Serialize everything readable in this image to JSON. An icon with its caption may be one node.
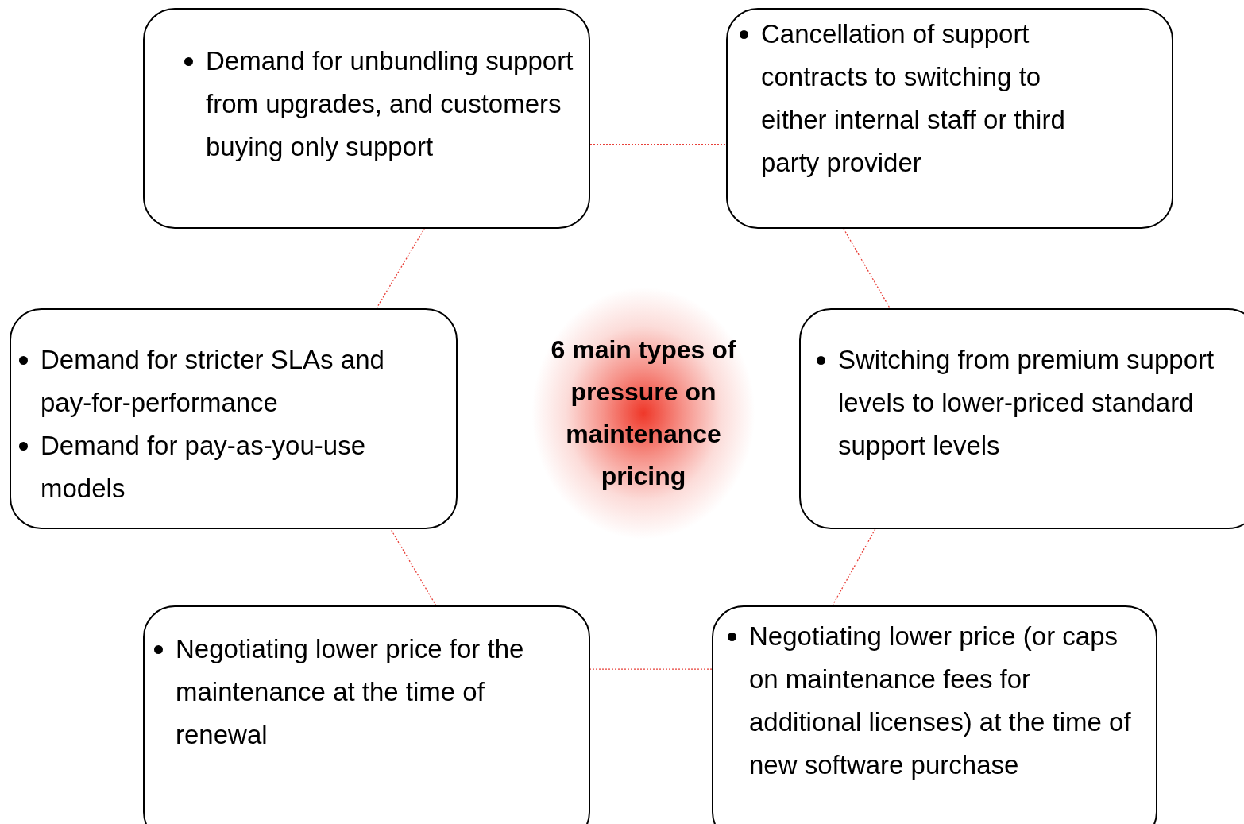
{
  "diagram": {
    "nodes": [
      {
        "text": [
          "Demand for unbundling support from upgrades, and customers buying only support"
        ]
      },
      {
        "text": [
          "Cancellation of support contracts to switching to either internal staff or third party provider"
        ]
      },
      {
        "text": [
          "Demand for stricter SLAs and pay-for-performance",
          "Demand for pay-as-you-use models"
        ]
      },
      {
        "text": [
          "6 main types of pressure on maintenance pricing"
        ]
      },
      {
        "text": [
          "Switching from premium support levels to lower-priced standard support levels"
        ]
      },
      {
        "text": [
          "Negotiating lower price for the maintenance at the time of renewal"
        ]
      },
      {
        "text": [
          "Negotiating lower price (or caps on maintenance fees for additional licenses) at the time of new software purchase"
        ]
      }
    ],
    "edges": [
      {
        "from": 0,
        "to": 1,
        "arrow": "none",
        "style": "dashed",
        "color": "#e8413a"
      },
      {
        "from": 1,
        "to": 4,
        "arrow": "none",
        "style": "dashed",
        "color": "#e8413a"
      },
      {
        "from": 4,
        "to": 6,
        "arrow": "none",
        "style": "dashed",
        "color": "#e8413a"
      },
      {
        "from": 6,
        "to": 5,
        "arrow": "none",
        "style": "dashed",
        "color": "#e8413a"
      },
      {
        "from": 5,
        "to": 2,
        "arrow": "none",
        "style": "dashed",
        "color": "#e8413a"
      },
      {
        "from": 2,
        "to": 0,
        "arrow": "none",
        "style": "dashed",
        "color": "#e8413a"
      }
    ]
  }
}
